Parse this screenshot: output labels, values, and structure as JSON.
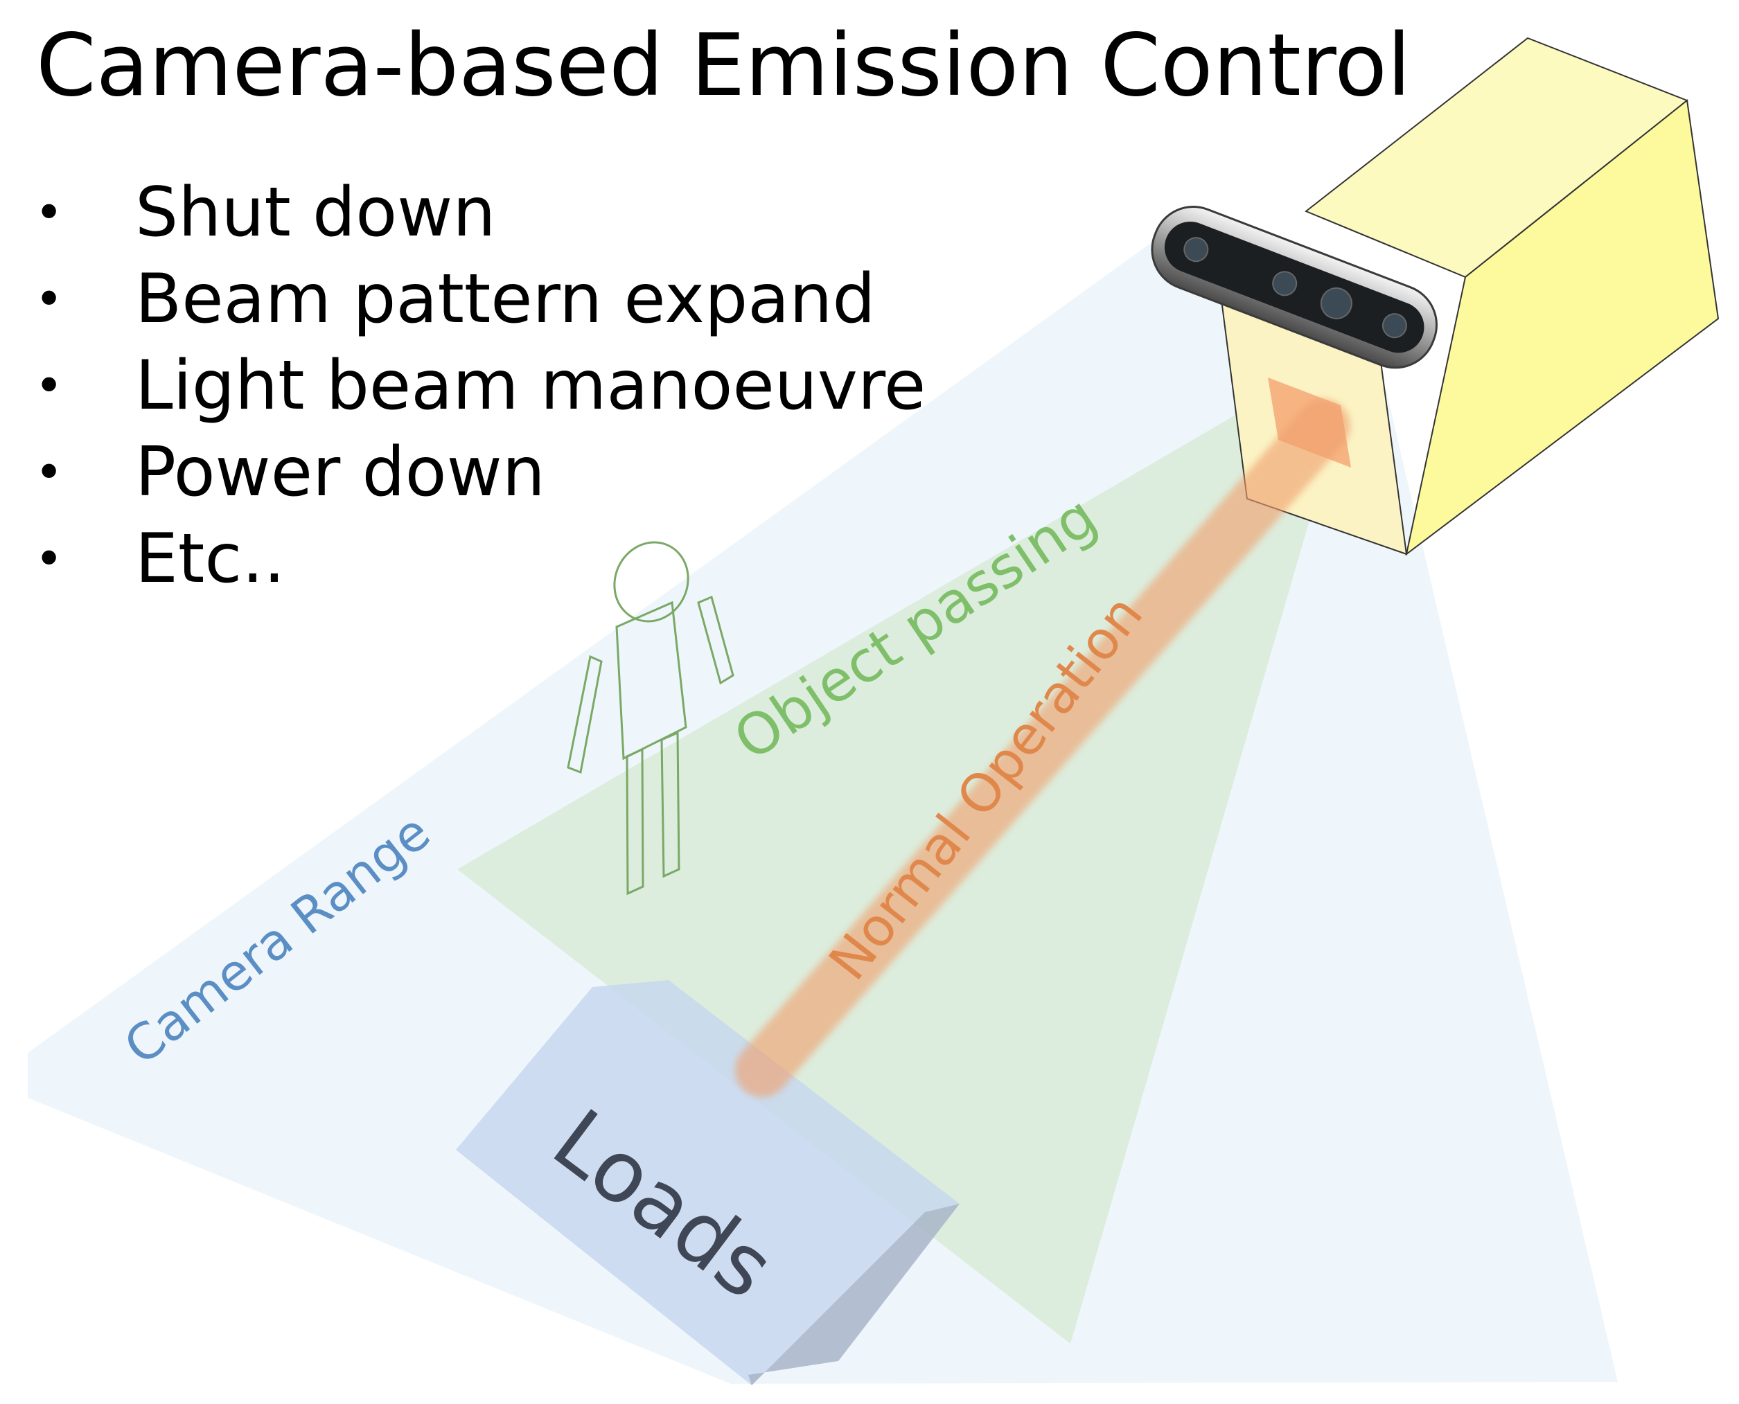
{
  "title": "Camera-based Emission Control",
  "actions": [
    "Shut down",
    "Beam pattern expand",
    "Light beam manoeuvre",
    "Power down",
    "Etc.."
  ],
  "bullet_glyph": "•",
  "labels": {
    "camera_range": "Camera Range",
    "object_passing": "Object passing",
    "normal_operation": "Normal Operation",
    "loads": "Loads"
  },
  "colors": {
    "camera_range": "#5b8ec4",
    "object_passing": "#7fbf6a",
    "normal_operation": "#e0884c",
    "loads_text": "#3f4655",
    "housing": "#fdfab0",
    "person_outline": "#7aa866"
  },
  "icons": [
    "depth-camera-icon",
    "person-outline-icon",
    "emitter-housing-icon"
  ]
}
